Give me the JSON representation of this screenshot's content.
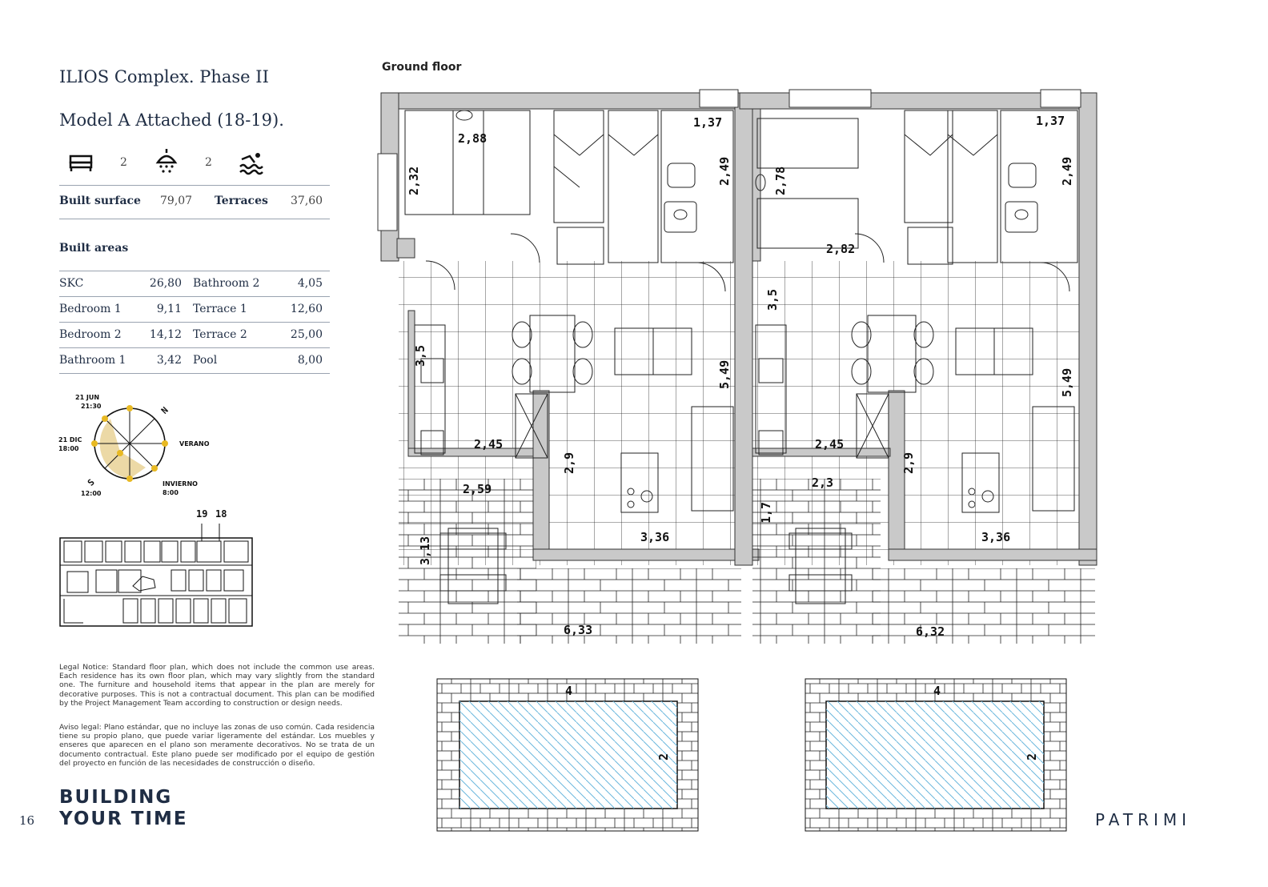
{
  "header": {
    "title": "ILIOS Complex. Phase II",
    "model": "Model A Attached (18-19)."
  },
  "icons": {
    "bed": {
      "icon": "bed-icon",
      "count": "2"
    },
    "shower": {
      "icon": "shower-icon",
      "count": "2"
    },
    "pool": {
      "icon": "pool-icon"
    }
  },
  "summary": {
    "built_surface_label": "Built surface",
    "built_surface_value": "79,07",
    "terraces_label": "Terraces",
    "terraces_value": "37,60"
  },
  "built_areas": {
    "heading": "Built areas",
    "rows": [
      {
        "l1": "SKC",
        "v1": "26,80",
        "l2": "Bathroom 2",
        "v2": "4,05"
      },
      {
        "l1": "Bedroom 1",
        "v1": "9,11",
        "l2": "Terrace 1",
        "v2": "12,60"
      },
      {
        "l1": "Bedroom 2",
        "v1": "14,12",
        "l2": "Terrace 2",
        "v2": "25,00"
      },
      {
        "l1": "Bathroom 1",
        "v1": "3,42",
        "l2": "Pool",
        "v2": "8,00"
      }
    ]
  },
  "sun": {
    "jun": "21 JUN",
    "jun_time": "21:30",
    "dic": "21 DIC",
    "dic_time": "18:00",
    "s": "S",
    "s_time": "12:00",
    "n": "N",
    "verano": "VERANO",
    "invierno": "INVIERNO",
    "invierno_time": "8:00"
  },
  "siteplan": {
    "unit_a": "19",
    "unit_b": "18"
  },
  "legal": {
    "en": "Legal Notice: Standard floor plan, which does not include the common use areas. Each residence has its own floor plan, which may vary slightly from the standard one. The furniture and household items that appear in the plan are merely for decorative purposes. This is not a contractual document. This plan can be modified by the Project Management Team according to construction or design needs.",
    "es": "Aviso legal: Plano estándar, que no incluye las zonas de uso común. Cada residencia tiene su propio plano, que puede variar ligeramente del estándar. Los muebles y enseres que aparecen en el plano son meramente decorativos. No se trata de un documento contractual. Este plano puede ser modificado por el equipo de gestión del proyecto en función de las necesidades de construcción o diseño."
  },
  "footer": {
    "slogan_1": "BUILDING",
    "slogan_2": "YOUR TIME",
    "page": "16",
    "logo": "PATRIMI"
  },
  "plan": {
    "title": "Ground floor",
    "dims_left": [
      "1,37",
      "2,88",
      "2,32",
      "2,49",
      "3,5",
      "5,49",
      "2,45",
      "2,9",
      "2,59",
      "3,13",
      "3,36",
      "6,33"
    ],
    "dims_right": [
      "1,37",
      "2,78",
      "2,49",
      "2,82",
      "3,5",
      "5,49",
      "2,45",
      "2,9",
      "2,3",
      "1,7",
      "3,36",
      "6,32"
    ],
    "pool_left": [
      "4",
      "2"
    ],
    "pool_right": [
      "4",
      "2"
    ]
  }
}
